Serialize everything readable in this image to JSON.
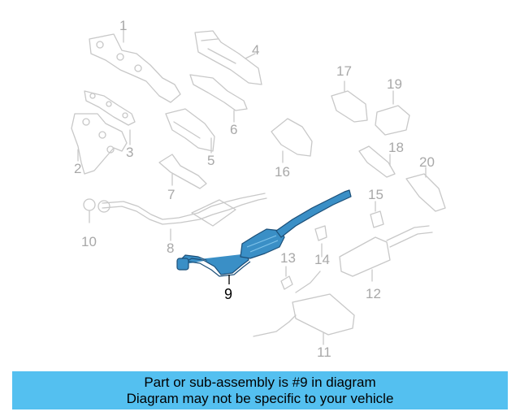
{
  "callouts": [
    "1",
    "2",
    "3",
    "4",
    "5",
    "6",
    "7",
    "8",
    "9",
    "10",
    "11",
    "12",
    "13",
    "14",
    "15",
    "16",
    "17",
    "18",
    "19",
    "20"
  ],
  "highlight_color": "#3a8fc6",
  "banner": {
    "line1": "Part or sub-assembly is #9 in diagram",
    "line2": "Diagram may not be specific to your vehicle",
    "background": "#54c0f0"
  }
}
